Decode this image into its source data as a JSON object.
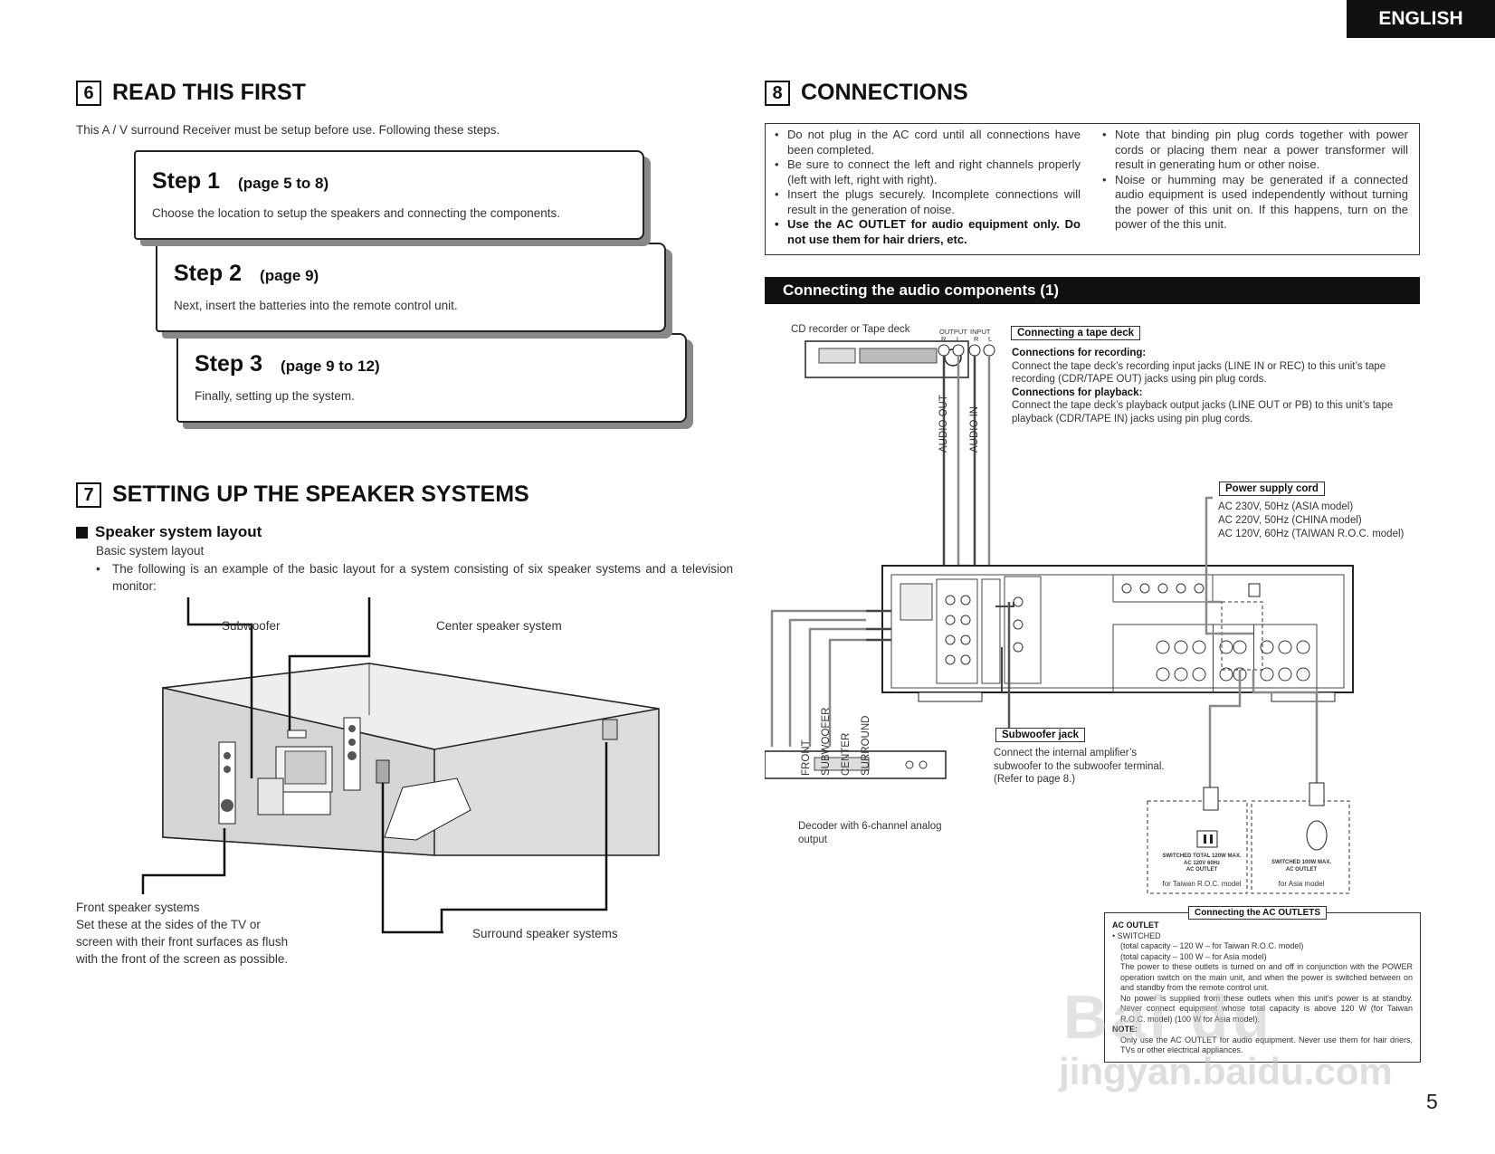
{
  "header": {
    "language": "ENGLISH"
  },
  "sec6": {
    "number": "6",
    "title": "READ THIS FIRST",
    "intro": "This A / V surround Receiver must be setup before use. Following these steps."
  },
  "steps": [
    {
      "label": "Step 1",
      "pages": "(page 5 to 8)",
      "desc": "Choose the location to setup the speakers and connecting the components."
    },
    {
      "label": "Step 2",
      "pages": "(page 9)",
      "desc": "Next, insert the batteries into the remote control unit."
    },
    {
      "label": "Step 3",
      "pages": "(page 9 to 12)",
      "desc": "Finally, setting up the system."
    }
  ],
  "sec7": {
    "number": "7",
    "title": "SETTING UP THE SPEAKER SYSTEMS",
    "subtitle": "Speaker system layout",
    "basic": "Basic system layout",
    "bullet": "The following is an example of the basic layout for a system consisting of six speaker systems and a television monitor:"
  },
  "speaker_labels": {
    "subwoofer": "Subwoofer",
    "center": "Center speaker system",
    "front": [
      "Front speaker systems",
      "Set these at the sides of the TV or",
      "screen with their front surfaces as flush",
      "with the front of the screen as possible."
    ],
    "surround": "Surround speaker systems"
  },
  "sec8": {
    "number": "8",
    "title": "CONNECTIONS"
  },
  "notes_left": [
    "Do not plug in the AC cord until all connections have been completed.",
    "Be sure to connect the left and right channels properly (left with left, right with right).",
    "Insert the plugs securely. Incomplete connections will result in the generation of noise.",
    "Use the AC OUTLET for audio equipment only. Do not use them for hair driers, etc."
  ],
  "notes_right": [
    "Note that binding pin plug cords together with power cords or placing them near a power transformer will result in generating hum or other noise.",
    "Noise or humming may be generated if a connected audio equipment is used independently without turning the power of this unit on. If this happens, turn on the power of the this unit."
  ],
  "audio_bar": "Connecting the audio components (1)",
  "diagram": {
    "cd_label": "CD recorder or Tape deck",
    "output": "OUTPUT",
    "input": "INPUT",
    "r": "R",
    "l": "L",
    "audio_out": "AUDIO OUT",
    "audio_in": "AUDIO IN",
    "tape_box": "Connecting a tape deck",
    "rec_head": "Connections for recording:",
    "rec_text": "Connect the tape deck’s recording input jacks (LINE IN or REC) to this unit’s tape recording (CDR/TAPE OUT) jacks using pin plug cords.",
    "play_head": "Connections for playback:",
    "play_text": "Connect the tape deck’s playback output jacks (LINE OUT or PB) to this unit’s tape playback (CDR/TAPE IN) jacks using pin plug cords.",
    "power_box": "Power supply cord",
    "power_lines": [
      "AC 230V, 50Hz (ASIA model)",
      "AC 220V, 50Hz (CHINA model)",
      "AC 120V, 60Hz (TAIWAN R.O.C. model)"
    ],
    "ch_front": "FRONT",
    "ch_sub": "SUBWOOFER",
    "ch_center": "CENTER",
    "ch_surround": "SURROUND",
    "sub_box": "Subwoofer jack",
    "sub_text": [
      "Connect the internal amplifier’s",
      "subwoofer to the subwoofer terminal.",
      "(Refer to page 8.)"
    ],
    "decoder": [
      "Decoder with 6-channel analog",
      "output"
    ],
    "outlet_tw_spec": [
      "SWITCHED TOTAL 120W MAX.",
      "AC 120V   60Hz",
      "AC OUTLET"
    ],
    "outlet_tw": "for Taiwan R.O.C. model",
    "outlet_asia_spec": [
      "SWITCHED 100W MAX.",
      "AC OUTLET"
    ],
    "outlet_asia": "for Asia model"
  },
  "ac": {
    "box": "Connecting the AC OUTLETS",
    "head": "AC OUTLET",
    "switched": "SWITCHED",
    "lines": [
      "(total capacity – 120 W – for Taiwan R.O.C. model)",
      "(total capacity – 100 W – for Asia model)",
      "The power to these outlets is turned on and off in conjunction with the POWER operation switch on the main unit, and when the power is switched between on and standby from the remote control unit.",
      "No power is supplied from these outlets when this unit’s power is at standby. Never connect equipment whose total capacity is above 120 W (for Taiwan R.O.C. model) (100 W for Asia model)."
    ],
    "note_head": "NOTE:",
    "note": "Only use the AC OUTLET for audio equipment. Never use them for hair driers, TVs or other electrical appliances."
  },
  "watermark": {
    "top": "Bai du",
    "bottom": "jingyan.baidu.com"
  },
  "page_number": "5"
}
